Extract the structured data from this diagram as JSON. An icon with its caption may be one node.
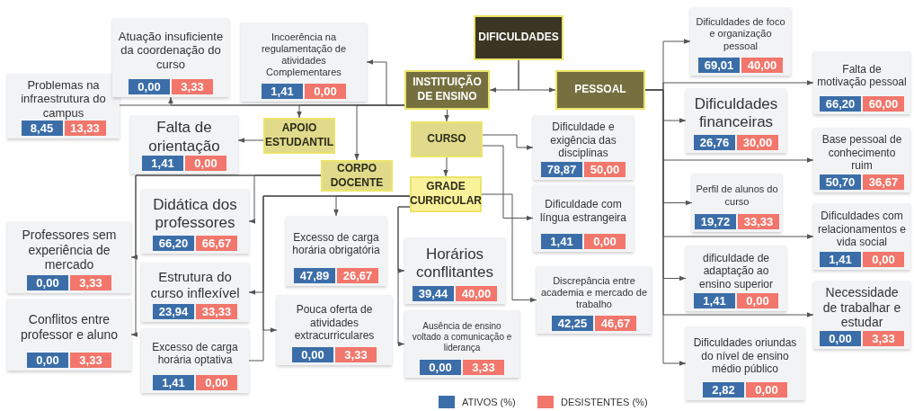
{
  "diagram": {
    "nodes": [
      {
        "text": [
          "DIFICULDADES"
        ]
      },
      {
        "text": [
          "INSTITUIÇÃO DE ENSINO"
        ]
      },
      {
        "text": [
          "PESSOAL"
        ]
      },
      {
        "text": [
          "APOIO ESTUDANTIL"
        ]
      },
      {
        "text": [
          "CORPO DOCENTE"
        ]
      },
      {
        "text": [
          "CURSO"
        ]
      },
      {
        "text": [
          "Problemas na infraestrutura do campus",
          "8,45",
          "13,33"
        ]
      },
      {
        "text": [
          "Dificuldades de foco e organização pessoal",
          "69,01",
          "40,00"
        ]
      },
      {
        "text": [
          "Dificuldades financeiras",
          "26,76",
          "30,00"
        ]
      },
      {
        "text": [
          "dificuldade de adaptação ao ensino superior",
          "1,41",
          "0,00"
        ]
      },
      {
        "text": [
          "Falta de motivação pessoal",
          "66,20",
          "60,00"
        ]
      },
      {
        "text": [
          "Dificuldades com relacionamentos e vida social",
          "1,41",
          "0,00"
        ]
      },
      {
        "text": [
          "Didática dos professores",
          "66,20",
          "66,67"
        ]
      },
      {
        "text": [
          "Conflitos entre professor e aluno",
          "0,00",
          "3,33"
        ]
      },
      {
        "text": [
          "Dificuldade e exigência das disciplinas",
          "78,87",
          "50,00"
        ]
      },
      {
        "text": [
          "Dificuldade com língua estrangeira",
          "1,41",
          "0,00"
        ]
      },
      {
        "text": [
          "Atuação insuficiente da coordenação do curso",
          "0,00",
          "3,33"
        ]
      },
      {
        "text": [
          "Incoerência na regulamentação de atividades Complementares",
          "1,41",
          "0,00"
        ]
      },
      {
        "text": [
          "Perfil de alunos do curso",
          "19,72",
          "33,33"
        ]
      },
      {
        "text": [
          "Dificuldades oriundas do nível de ensino médio público",
          "2,82",
          "0,00"
        ]
      },
      {
        "text": [
          "Base pessoal de conhecimento ruim",
          "50,70",
          "36,67"
        ]
      },
      {
        "text": [
          "Necessidade de trabalhar e estudar",
          "0,00",
          "3,33"
        ]
      },
      {
        "text": [
          "Falta de orientação",
          "1,41",
          "0,00"
        ]
      },
      {
        "text": [
          "Professores sem experiência de mercado",
          "0,00",
          "3,33"
        ]
      },
      {
        "text": [
          "GRADE CURRICULAR"
        ]
      },
      {
        "text": [
          "Estrutura do curso inflexível",
          "23,94",
          "33,33"
        ]
      },
      {
        "text": [
          "Excesso de carga horária optativa",
          "1,41",
          "0,00"
        ]
      },
      {
        "text": [
          "Excesso de carga horária obrigatória",
          "47,89",
          "26,67"
        ]
      },
      {
        "text": [
          "Pouca oferta de atividades extracurriculares",
          "0,00",
          "3,33"
        ]
      },
      {
        "text": [
          "Horários conflitantes",
          "39,44",
          "40,00"
        ]
      },
      {
        "text": [
          "Ausência de ensino voltado a comunicação e liderança",
          "0,00",
          "3,33"
        ]
      },
      {
        "text": [
          "Discrepância entre academia e mercado de trabalho",
          "42,25",
          "46,67"
        ]
      }
    ],
    "edges": [
      {
        "from": 0,
        "to": 1,
        "arrow": "to"
      },
      {
        "from": 0,
        "to": 2,
        "arrow": "to"
      },
      {
        "from": 1,
        "to": 3,
        "arrow": "to"
      },
      {
        "from": 1,
        "to": 4,
        "arrow": "to"
      },
      {
        "from": 1,
        "to": 5,
        "arrow": "to"
      },
      {
        "from": 1,
        "to": 6,
        "arrow": "none"
      },
      {
        "from": 1,
        "to": 16,
        "arrow": "to"
      },
      {
        "from": 1,
        "to": 17,
        "arrow": "to"
      },
      {
        "from": 2,
        "to": 7,
        "arrow": "to"
      },
      {
        "from": 2,
        "to": 8,
        "arrow": "to"
      },
      {
        "from": 2,
        "to": 9,
        "arrow": "to"
      },
      {
        "from": 2,
        "to": 10,
        "arrow": "to"
      },
      {
        "from": 2,
        "to": 11,
        "arrow": "to"
      },
      {
        "from": 2,
        "to": 18,
        "arrow": "to"
      },
      {
        "from": 2,
        "to": 19,
        "arrow": "to"
      },
      {
        "from": 2,
        "to": 20,
        "arrow": "to"
      },
      {
        "from": 2,
        "to": 21,
        "arrow": "to"
      },
      {
        "from": 3,
        "to": 22,
        "arrow": "to"
      },
      {
        "from": 4,
        "to": 12,
        "arrow": "to"
      },
      {
        "from": 4,
        "to": 13,
        "arrow": "to"
      },
      {
        "from": 4,
        "to": 23,
        "arrow": "to"
      },
      {
        "from": 5,
        "to": 14,
        "arrow": "to"
      },
      {
        "from": 5,
        "to": 15,
        "arrow": "to"
      },
      {
        "from": 5,
        "to": 24,
        "arrow": "to"
      },
      {
        "from": 24,
        "to": 25,
        "arrow": "to"
      },
      {
        "from": 24,
        "to": 26,
        "arrow": "none"
      },
      {
        "from": 24,
        "to": 27,
        "arrow": "to"
      },
      {
        "from": 24,
        "to": 28,
        "arrow": "to"
      },
      {
        "from": 24,
        "to": 29,
        "arrow": "to"
      },
      {
        "from": 24,
        "to": 30,
        "arrow": "to"
      },
      {
        "from": 24,
        "to": 31,
        "arrow": "to"
      }
    ],
    "legend": [
      {
        "text": "ATIVOS (%)",
        "color": "#3b6ea8"
      },
      {
        "text": "DESISTENTES (%)",
        "color": "#f2766b"
      }
    ]
  }
}
